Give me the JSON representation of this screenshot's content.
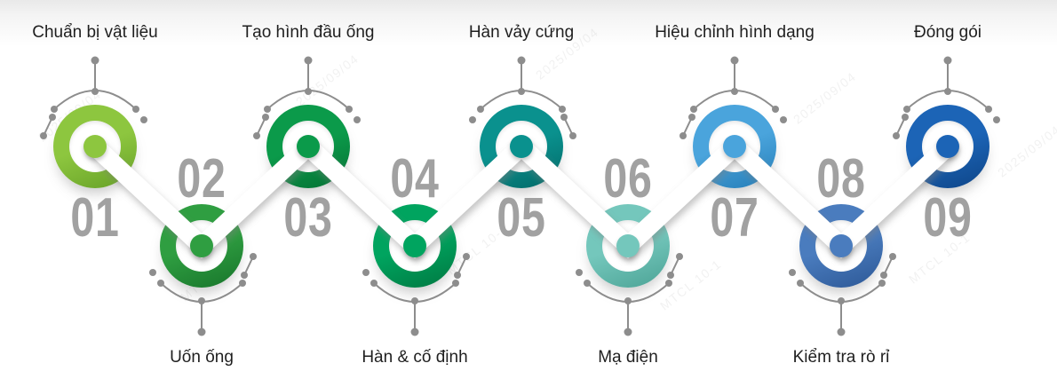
{
  "diagram": {
    "type": "zigzag-process-timeline",
    "connector_color": "#ffffff",
    "number_color": "#a1a1a1",
    "label_color": "#1f1f1f",
    "decoration_dots_color": "#8d8d8d"
  },
  "watermark": {
    "text_a": "2025/09/04",
    "text_b": "MTCL 10-1"
  },
  "steps": [
    {
      "number": "01",
      "label": "Chuẩn bị vật liệu",
      "position": "top",
      "color": "#8dc63f",
      "color_dark": "#6fa92c"
    },
    {
      "number": "02",
      "label": "Uốn ống",
      "position": "bottom",
      "color": "#2f9e41",
      "color_dark": "#1d7e30"
    },
    {
      "number": "03",
      "label": "Tạo hình đầu ống",
      "position": "top",
      "color": "#0b9a4a",
      "color_dark": "#067a39"
    },
    {
      "number": "04",
      "label": "Hàn & cố định",
      "position": "bottom",
      "color": "#00a45f",
      "color_dark": "#008248"
    },
    {
      "number": "05",
      "label": "Hàn vảy cứng",
      "position": "top",
      "color": "#0a918e",
      "color_dark": "#047270"
    },
    {
      "number": "06",
      "label": "Mạ điện",
      "position": "bottom",
      "color": "#74c7bc",
      "color_dark": "#55ab9e"
    },
    {
      "number": "07",
      "label": "Hiệu chỉnh hình dạng",
      "position": "top",
      "color": "#4aa4dc",
      "color_dark": "#2d86c0"
    },
    {
      "number": "08",
      "label": "Kiểm tra rò rỉ",
      "position": "bottom",
      "color": "#4a7cbe",
      "color_dark": "#33609f"
    },
    {
      "number": "09",
      "label": "Đóng gói",
      "position": "top",
      "color": "#1c64b6",
      "color_dark": "#114c92"
    }
  ]
}
